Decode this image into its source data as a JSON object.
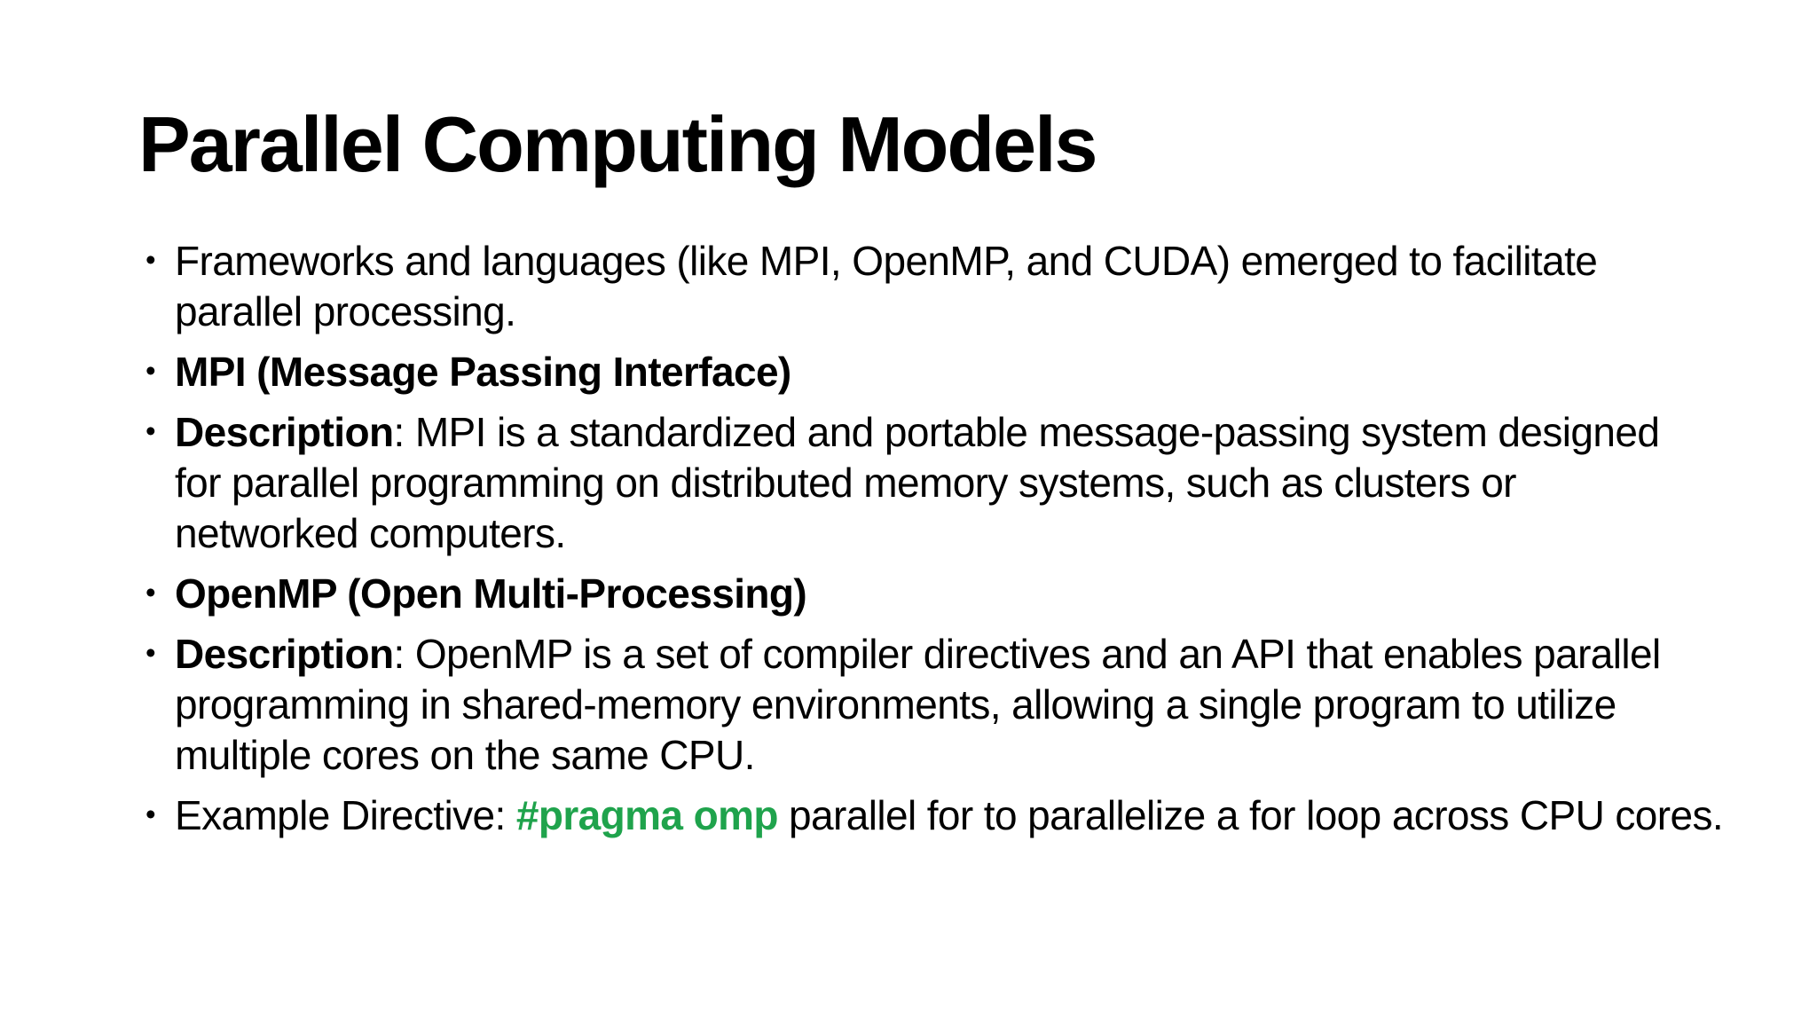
{
  "slide": {
    "title": "Parallel Computing Models",
    "bullet_marker": "•",
    "colors": {
      "background": "#FFFFFF",
      "text": "#000000",
      "code_green": "#1FA34C"
    },
    "bullets": {
      "b1": {
        "text": "Frameworks and languages (like MPI, OpenMP, and CUDA) emerged to facilitate parallel processing."
      },
      "b2": {
        "text": "MPI (Message Passing Interface)"
      },
      "b3": {
        "label": "Description",
        "text": ": MPI is a standardized and portable message-passing system designed for parallel programming on distributed memory systems, such as clusters or networked computers."
      },
      "b4": {
        "text": "OpenMP (Open Multi-Processing)"
      },
      "b5": {
        "label": "Description",
        "text": ": OpenMP is a set of compiler directives and an API that enables parallel programming in shared-memory environments, allowing a single program to utilize multiple cores on the same CPU."
      },
      "b6": {
        "prefix": "Example Directive: ",
        "code": "#pragma omp",
        "suffix": " parallel for to parallelize a for loop across CPU cores."
      }
    }
  }
}
